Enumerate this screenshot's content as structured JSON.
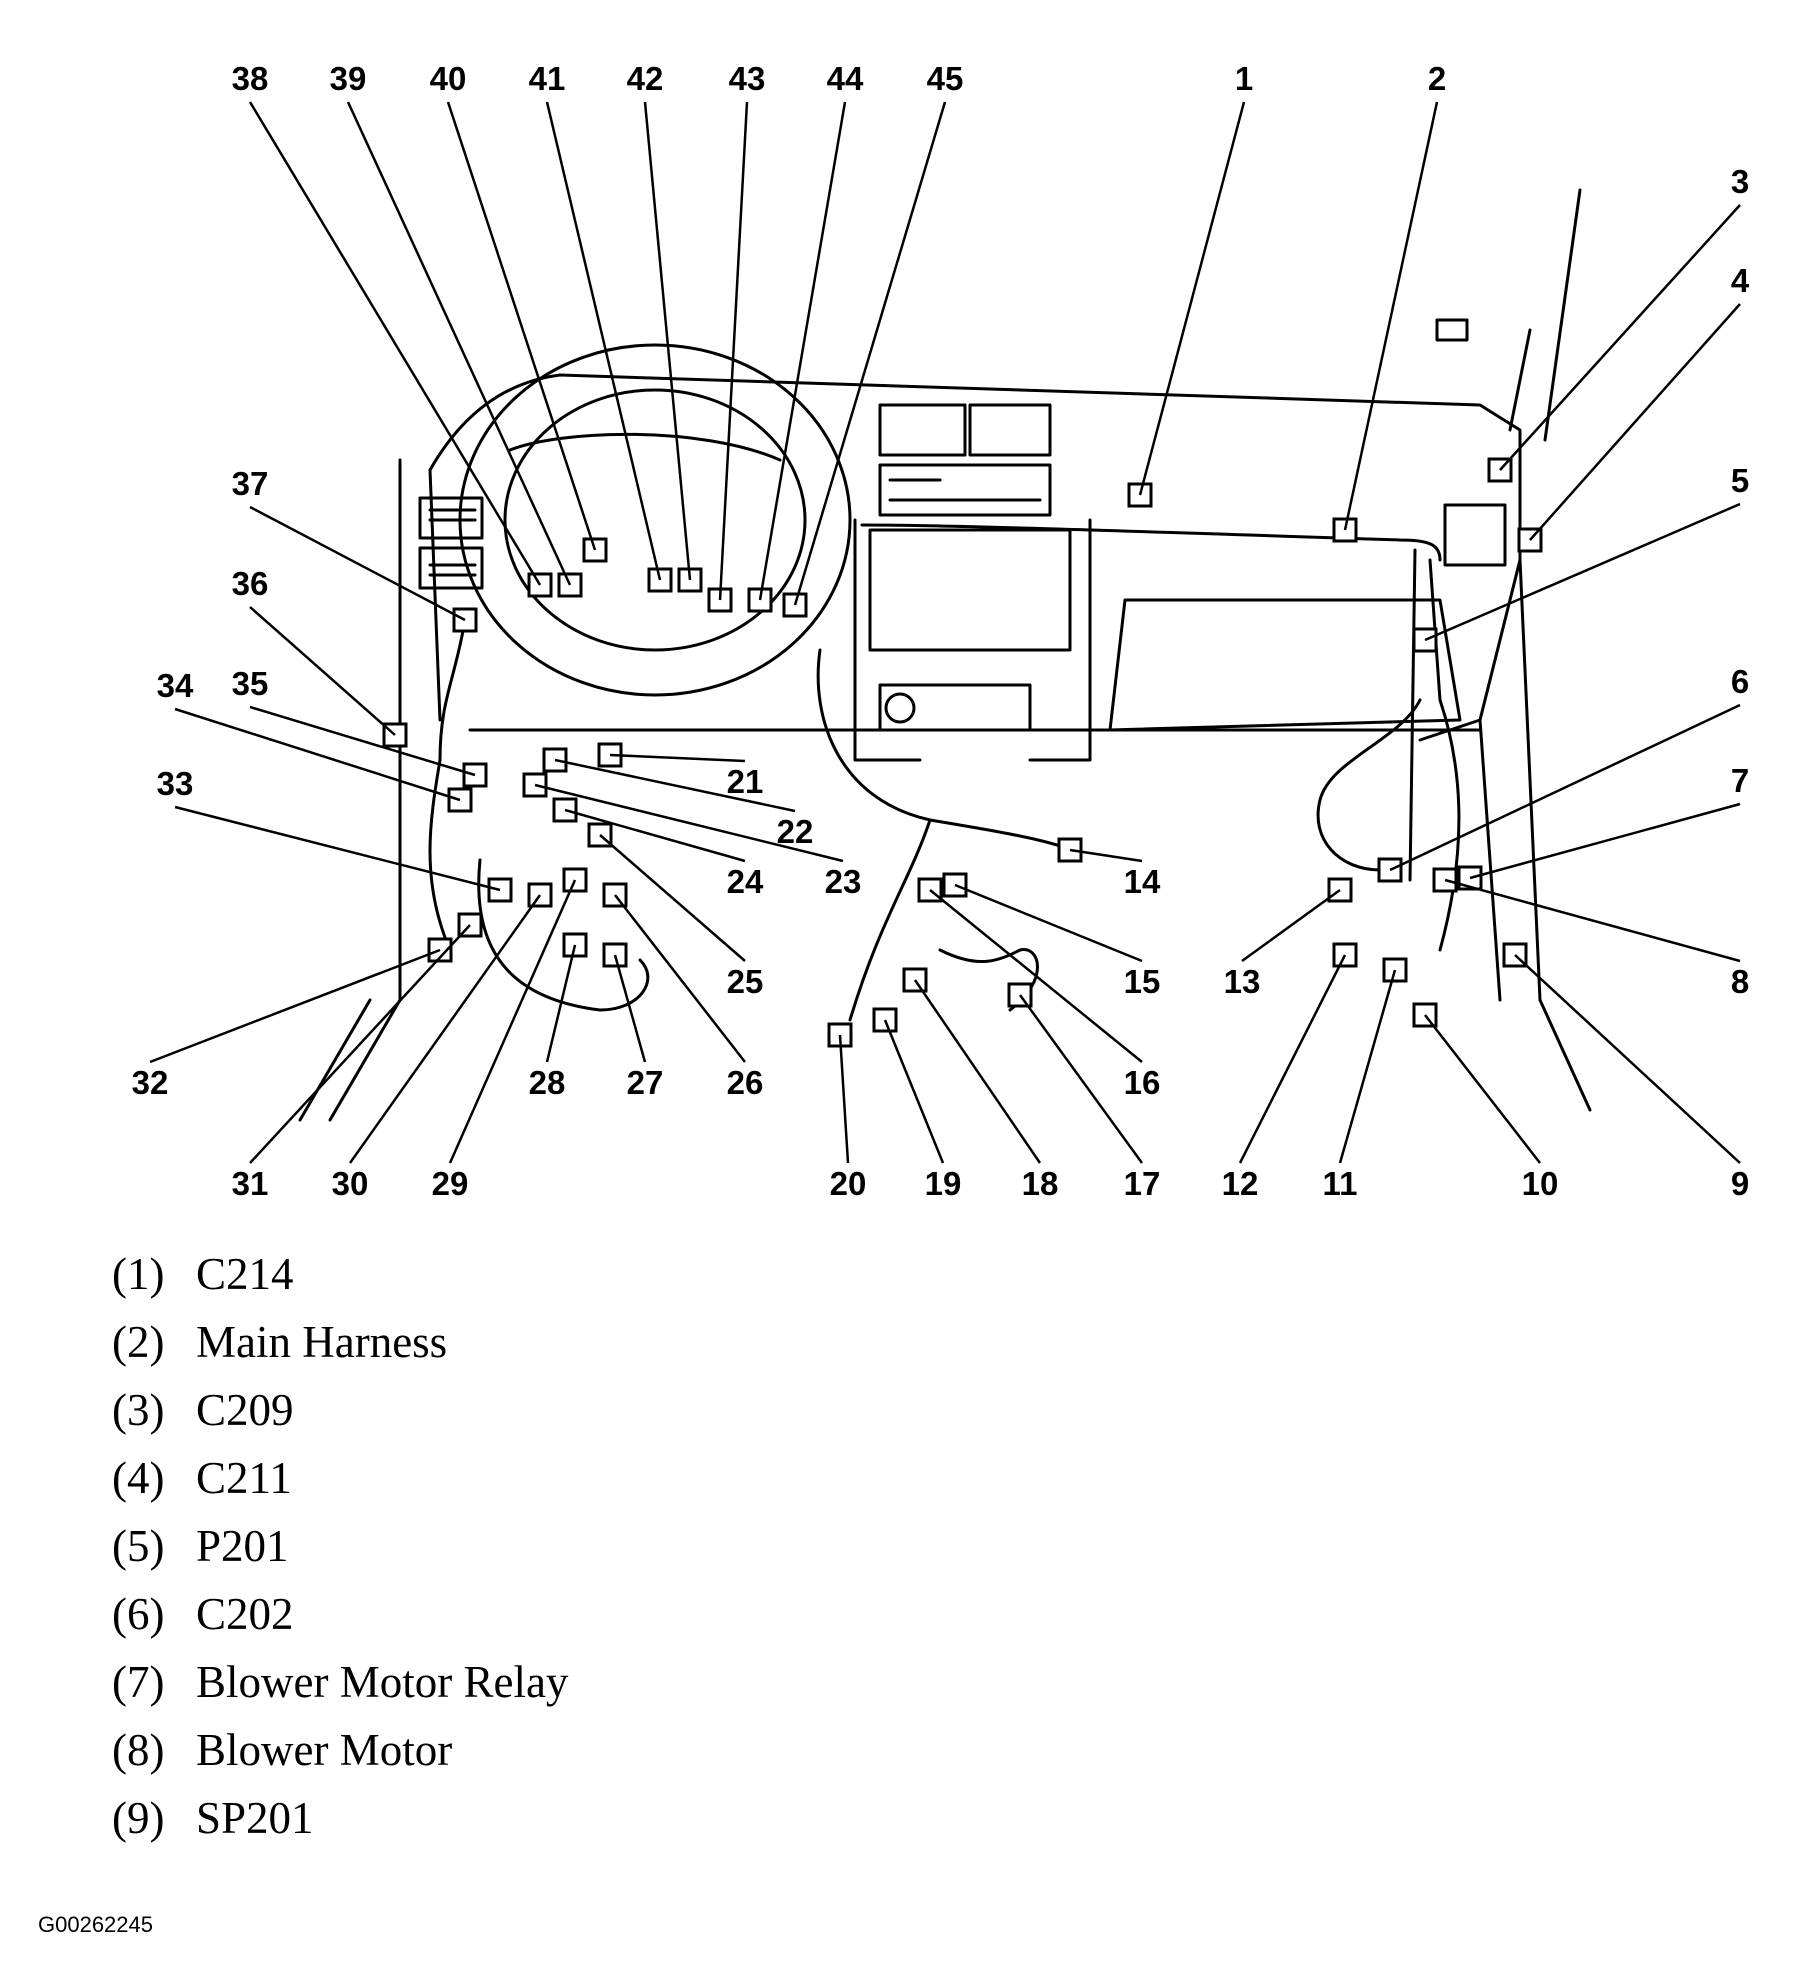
{
  "callouts": [
    "1",
    "2",
    "3",
    "4",
    "5",
    "6",
    "7",
    "8",
    "9",
    "10",
    "11",
    "12",
    "13",
    "14",
    "15",
    "16",
    "17",
    "18",
    "19",
    "20",
    "21",
    "22",
    "23",
    "24",
    "25",
    "26",
    "27",
    "28",
    "29",
    "30",
    "31",
    "32",
    "33",
    "34",
    "35",
    "36",
    "37",
    "38",
    "39",
    "40",
    "41",
    "42",
    "43",
    "44",
    "45"
  ],
  "legend": [
    {
      "num": "(1)",
      "label": "C214"
    },
    {
      "num": "(2)",
      "label": "Main Harness"
    },
    {
      "num": "(3)",
      "label": "C209"
    },
    {
      "num": "(4)",
      "label": "C211"
    },
    {
      "num": "(5)",
      "label": "P201"
    },
    {
      "num": "(6)",
      "label": "C202"
    },
    {
      "num": "(7)",
      "label": "Blower Motor Relay"
    },
    {
      "num": "(8)",
      "label": "Blower Motor"
    },
    {
      "num": "(9)",
      "label": "SP201"
    }
  ],
  "figure_code": "G00262245"
}
